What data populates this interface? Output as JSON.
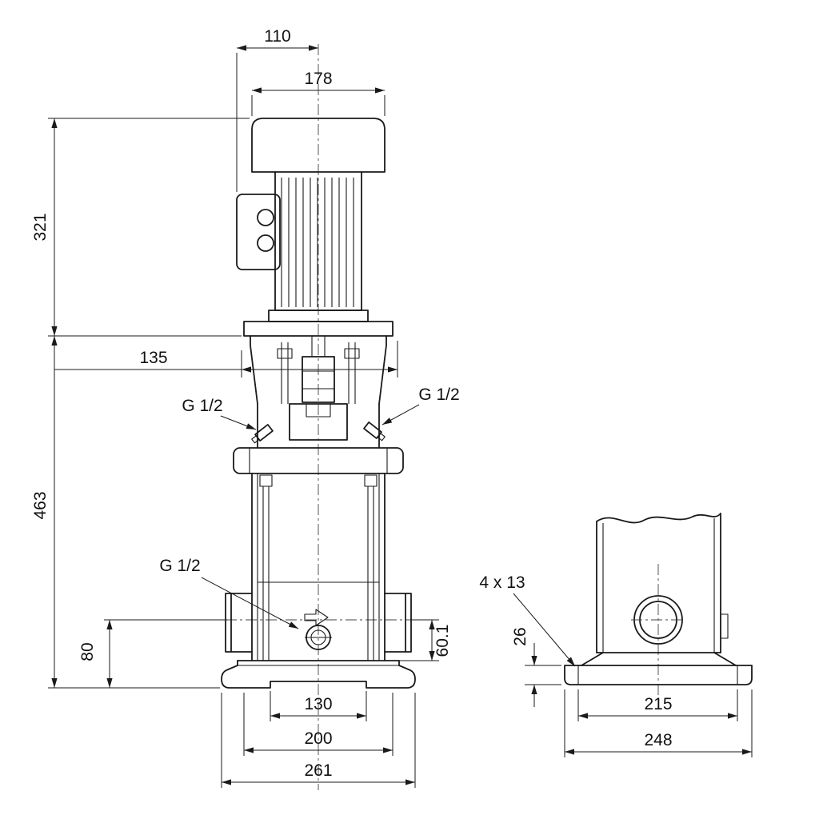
{
  "drawing": {
    "type": "pump-dimensional-drawing",
    "colors": {
      "ink": "#1a1a1a",
      "background": "#ffffff"
    },
    "labels": {
      "dim_110": "110",
      "dim_178": "178",
      "dim_321": "321",
      "dim_135": "135",
      "dim_463": "463",
      "g_half_left": "G 1/2",
      "g_half_right": "G 1/2",
      "g_half_drain": "G 1/2",
      "dim_80": "80",
      "dim_60_1": "60.1",
      "bolt_note": "4 x 13",
      "dim_26": "26",
      "dim_130": "130",
      "dim_200": "200",
      "dim_261": "261",
      "dim_215": "215",
      "dim_248": "248"
    }
  }
}
